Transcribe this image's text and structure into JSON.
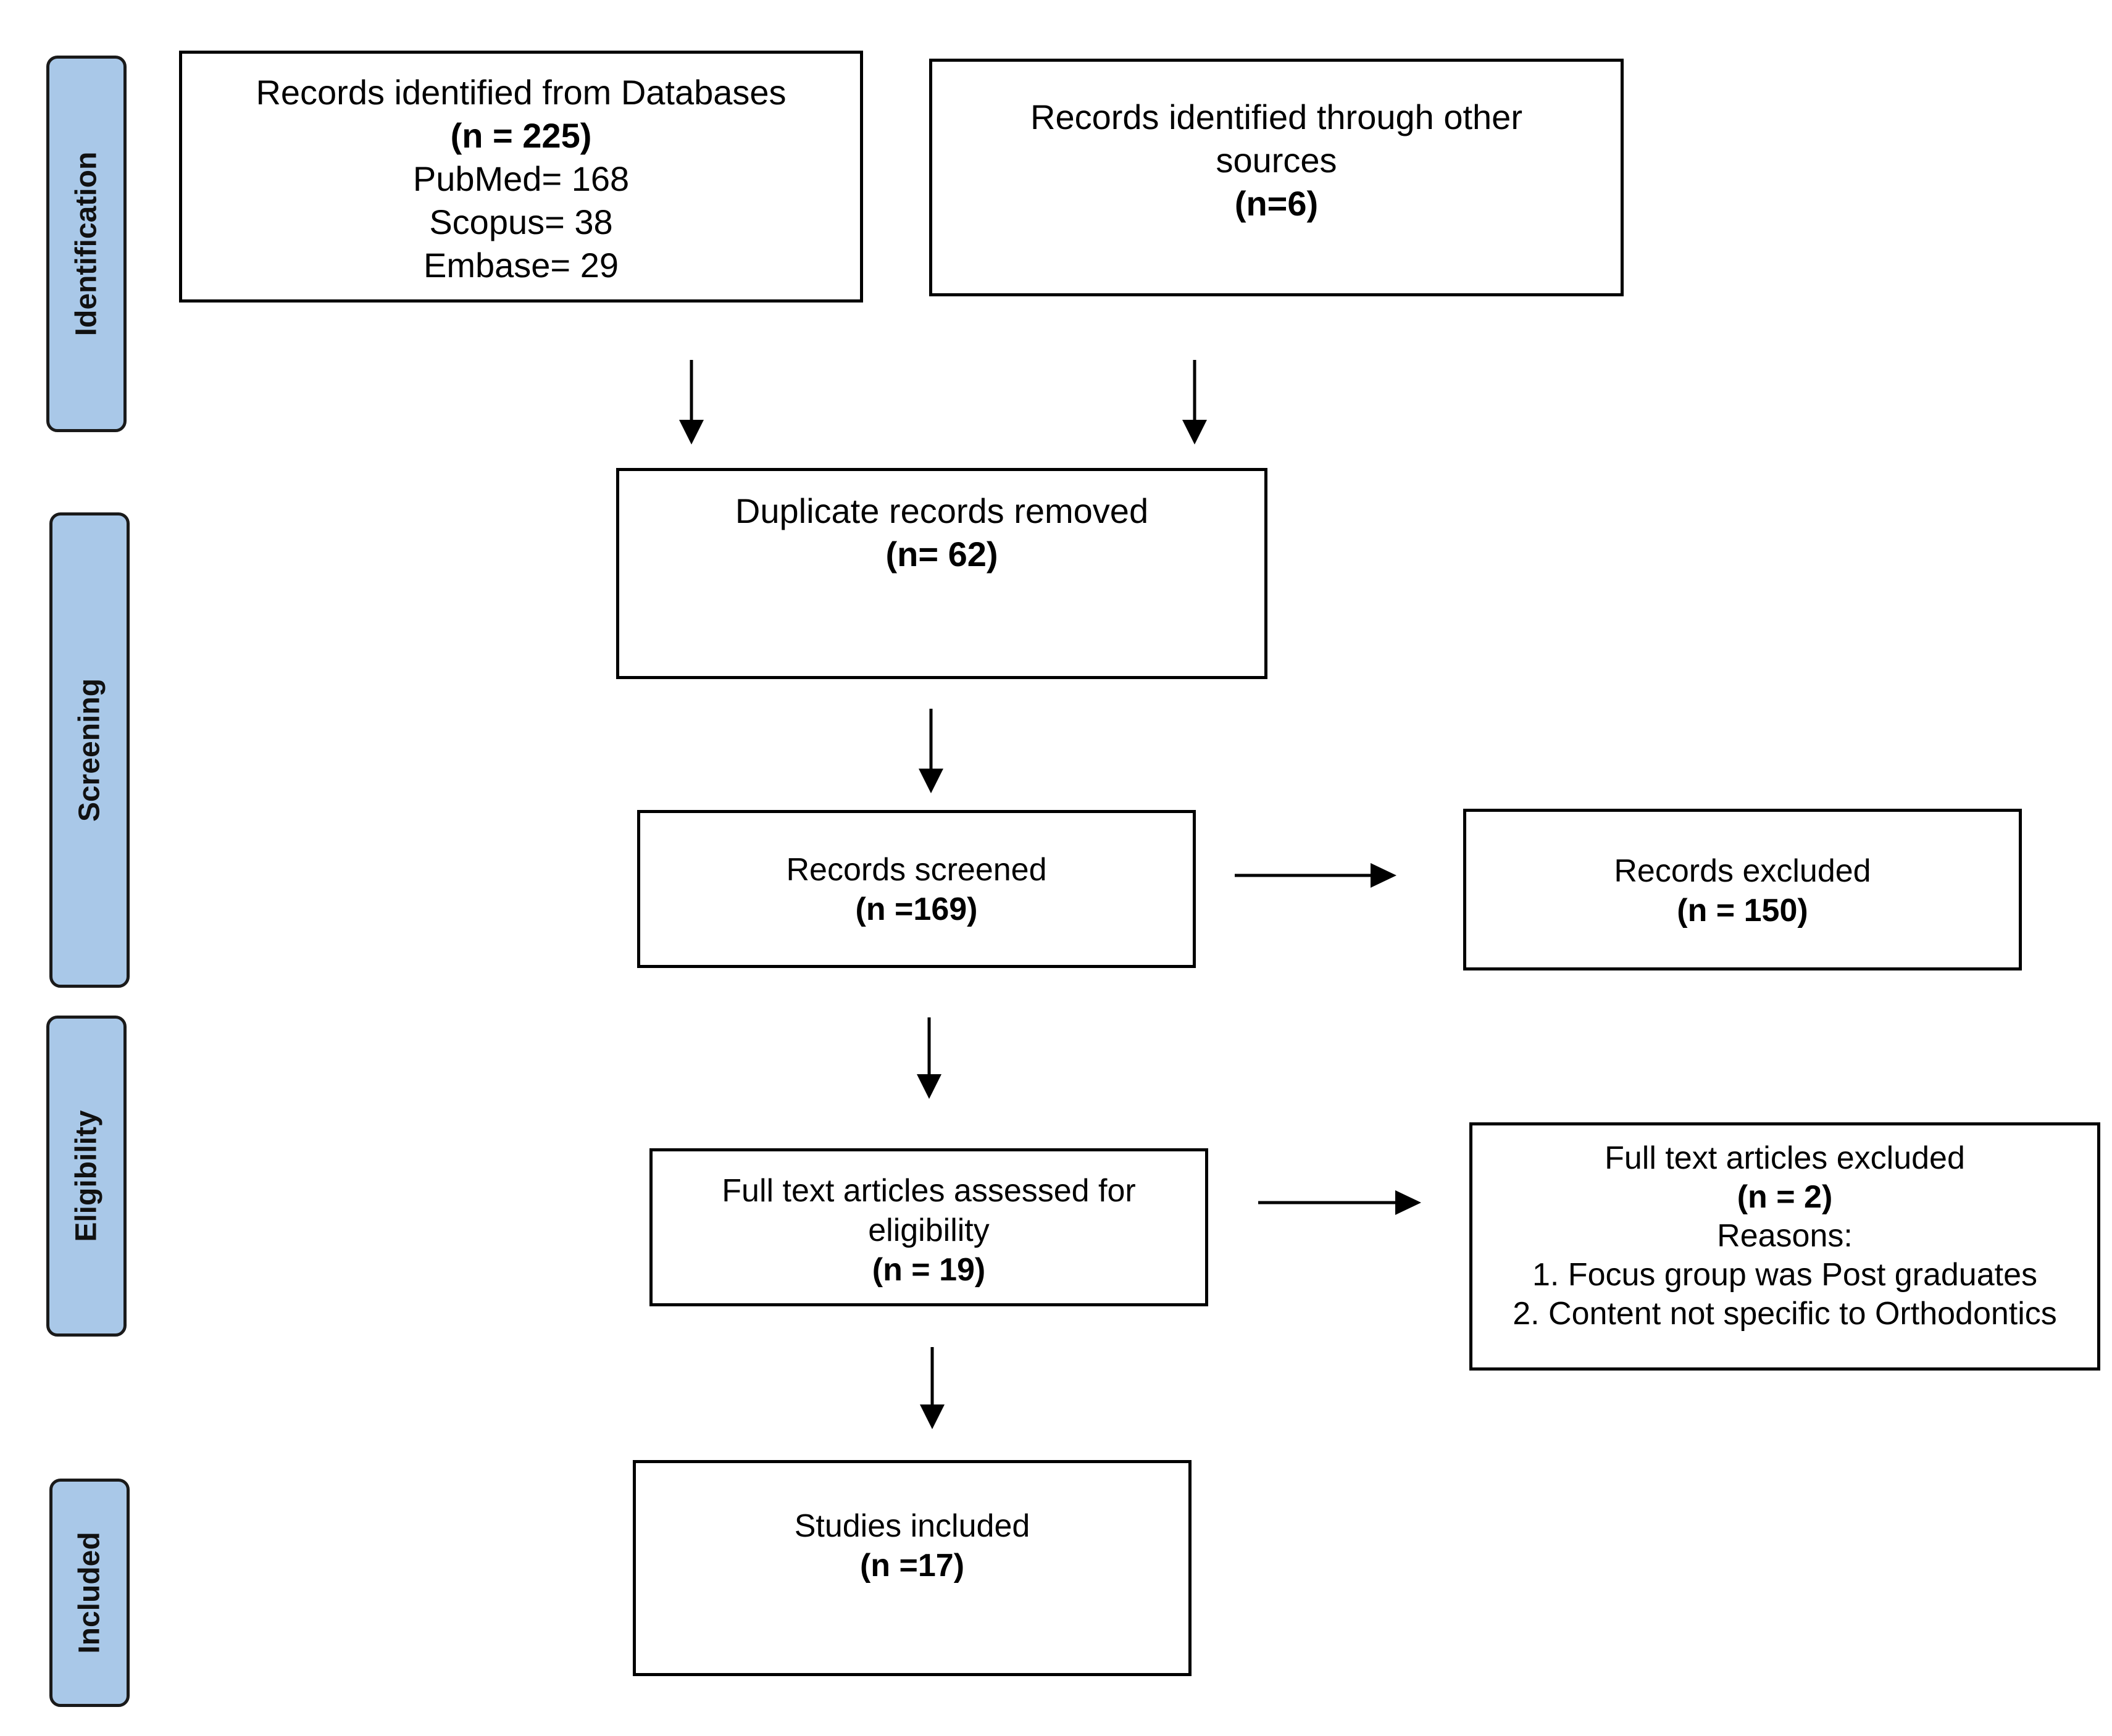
{
  "phases": {
    "identification": "Identification",
    "screening": "Screening",
    "eligibility": "Eligibility",
    "included": "Included"
  },
  "boxes": {
    "databases": {
      "title": "Records identified from Databases",
      "count": "(n = 225)",
      "sources": [
        "PubMed= 168",
        "Scopus= 38",
        "Embase= 29"
      ]
    },
    "other_sources": {
      "title_line1": "Records identified through other",
      "title_line2": "sources",
      "count": "(n=6)"
    },
    "duplicates": {
      "title": "Duplicate records removed",
      "count": "(n= 62)"
    },
    "screened": {
      "title": "Records screened",
      "count": "(n =169)"
    },
    "excluded": {
      "title": "Records excluded",
      "count": "(n = 150)"
    },
    "fulltext_assessed": {
      "title_line1": "Full text articles assessed for",
      "title_line2": "eligibility",
      "count": "(n = 19)"
    },
    "fulltext_excluded": {
      "title": "Full text articles excluded",
      "count": "(n = 2)",
      "reasons_label": "Reasons:",
      "reasons": [
        "1. Focus group was Post graduates",
        "2. Content not specific to Orthodontics"
      ]
    },
    "included": {
      "title": "Studies included",
      "count": "(n =17)"
    }
  }
}
